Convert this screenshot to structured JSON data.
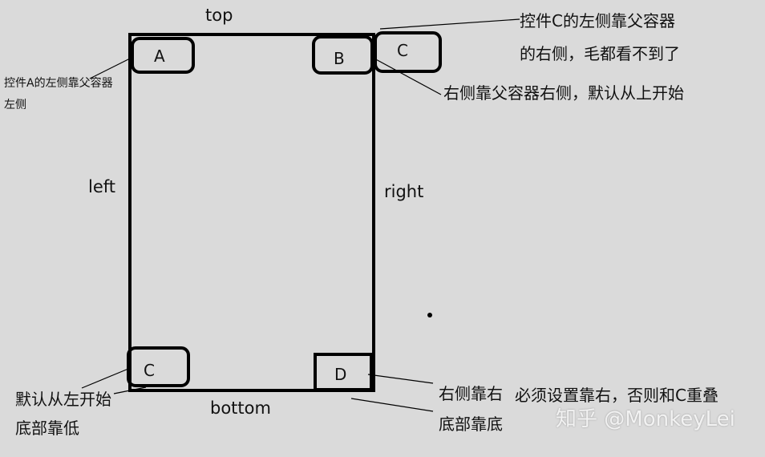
{
  "sides": {
    "top": "top",
    "left": "left",
    "right": "right",
    "bottom": "bottom"
  },
  "boxes": {
    "a": "A",
    "b": "B",
    "c_top": "C",
    "c_bottom": "C",
    "d": "D"
  },
  "notes": {
    "c_line1": "控件C的左侧靠父容器",
    "c_line2": "的右侧，毛都看不到了",
    "b": "右侧靠父容器右侧，默认从上开始",
    "a_line1": "控件A的左侧靠父容器",
    "a_line2": "左侧",
    "c_bottom_line1": "默认从左开始",
    "c_bottom_line2": "底部靠低",
    "d_line1": "右侧靠右",
    "d_line2": "底部靠底",
    "d_extra": "必须设置靠右，否则和C重叠"
  },
  "watermark": "知乎 @MonkeyLei"
}
